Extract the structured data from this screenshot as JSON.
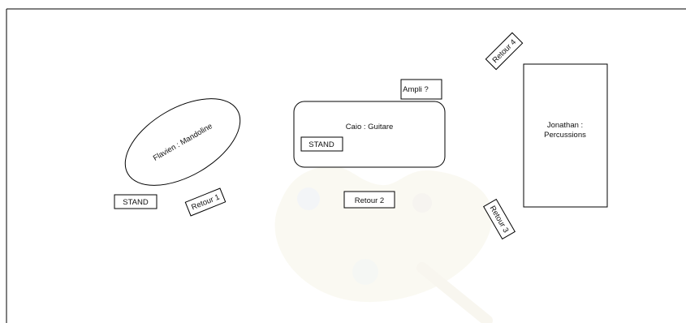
{
  "diagram": {
    "colors": {
      "stroke": "#000000",
      "text": "#111111",
      "background": "#ffffff",
      "watermark": "#e8e4d2"
    },
    "watermark_icon": "palette-icon",
    "elements": [
      {
        "id": "flavien",
        "shape": "ellipse",
        "label": "Flavien : Mandoline"
      },
      {
        "id": "caio",
        "shape": "rounded-rect",
        "label": "Caio : Guitare"
      },
      {
        "id": "stand-caio",
        "shape": "rect",
        "label": "STAND"
      },
      {
        "id": "ampli",
        "shape": "rect",
        "label": "Ampli ?"
      },
      {
        "id": "jonathan",
        "shape": "rect",
        "label_lines": [
          "Jonathan :",
          "Percussions"
        ]
      },
      {
        "id": "stand-flavien",
        "shape": "rect",
        "label": "STAND"
      },
      {
        "id": "retour-1",
        "shape": "rect",
        "label": "Retour 1"
      },
      {
        "id": "retour-2",
        "shape": "rect",
        "label": "Retour 2"
      },
      {
        "id": "retour-3",
        "shape": "rect",
        "label": "Retour 3"
      },
      {
        "id": "retour-4",
        "shape": "rect",
        "label": "Retour 4"
      }
    ]
  }
}
